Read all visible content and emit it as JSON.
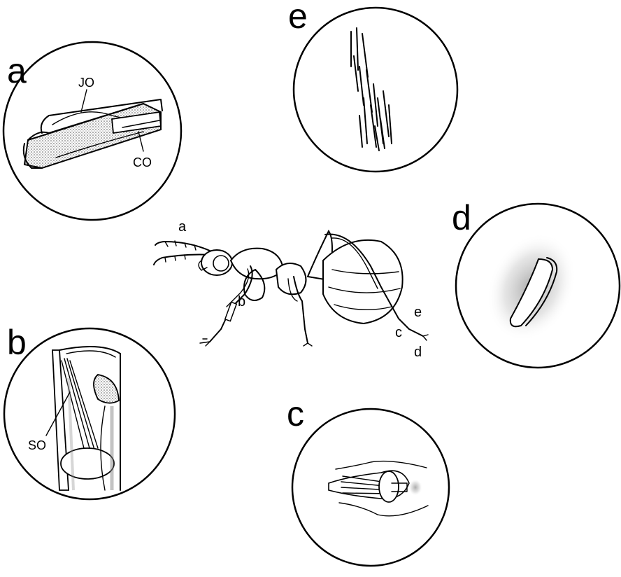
{
  "labels": {
    "panel_a": "a",
    "panel_b": "b",
    "panel_c": "c",
    "panel_d": "d",
    "panel_e": "e",
    "jo": "JO",
    "co": "CO",
    "so": "SO",
    "ant_a": "a",
    "ant_b": "b",
    "ant_c": "c",
    "ant_d": "d",
    "ant_e": "e"
  },
  "icons": {
    "panel_a": "chordotonal-organ-icon",
    "panel_b": "subgenual-organ-icon",
    "panel_c": "pretarsus-claw-icon",
    "panel_d": "sensillum-pit-icon",
    "panel_e": "hair-field-icon",
    "ant": "ant-illustration"
  }
}
